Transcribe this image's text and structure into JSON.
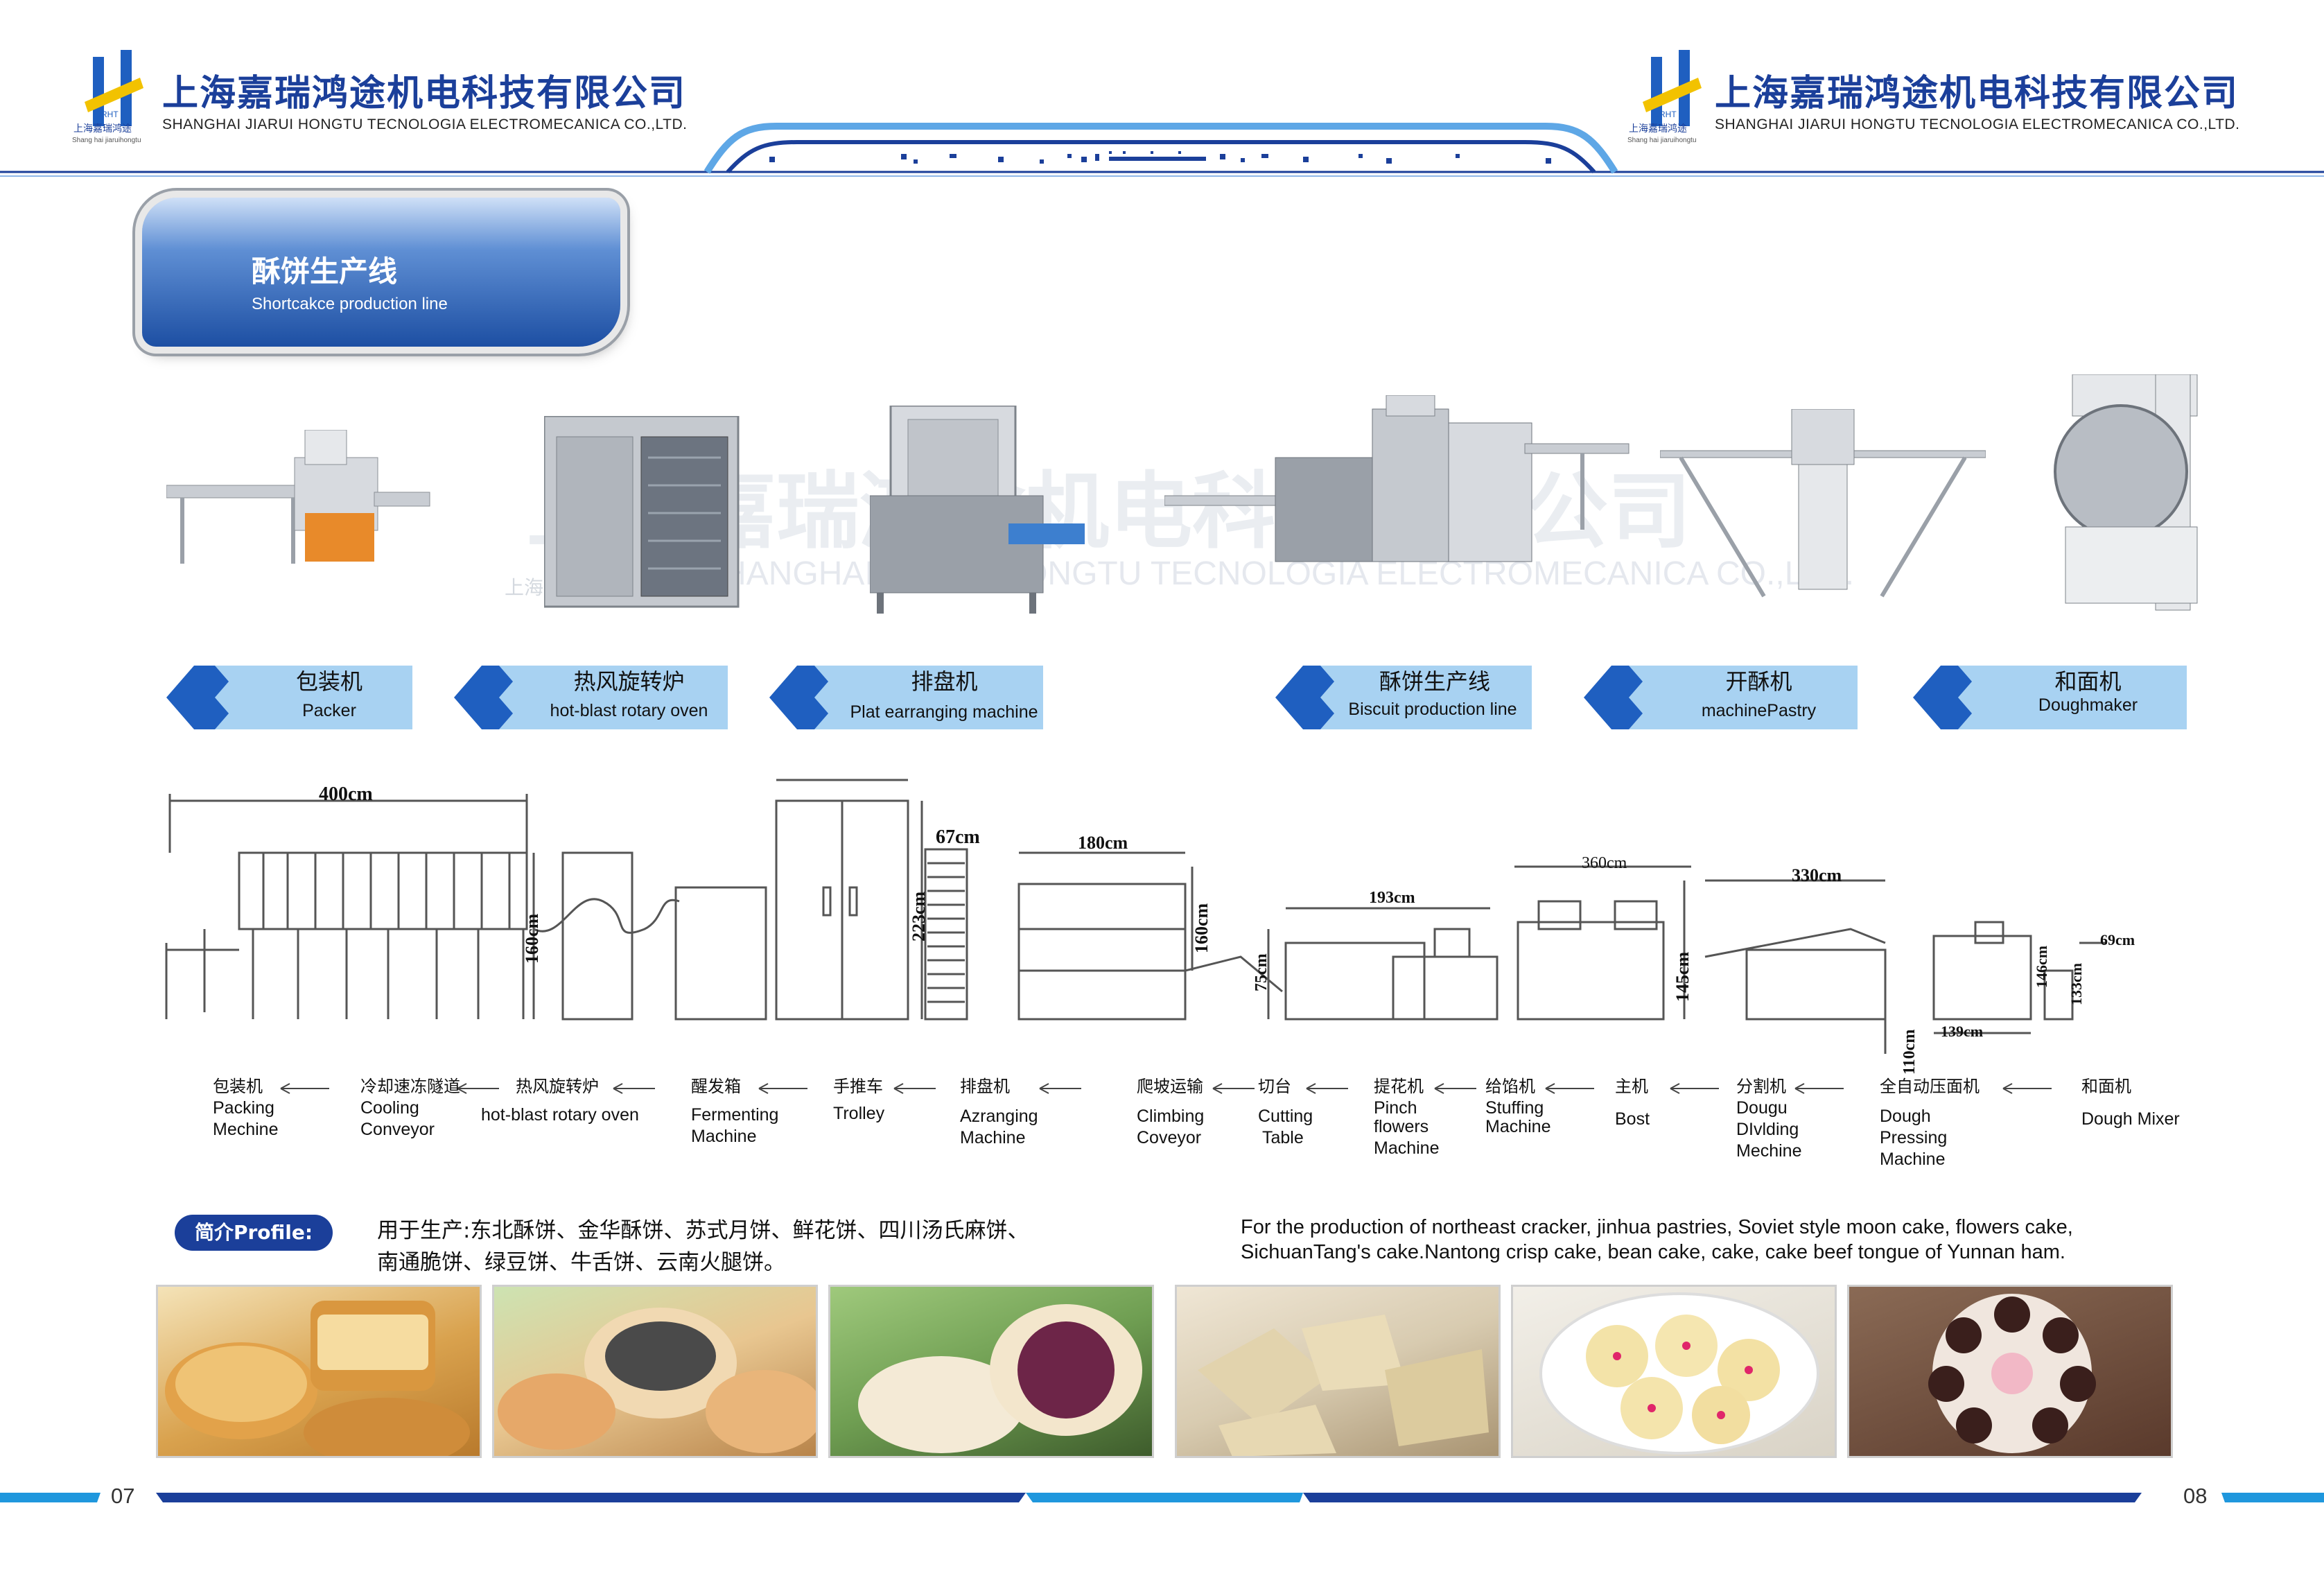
{
  "header": {
    "company_cn": "上海嘉瑞鸿途机电科技有限公司",
    "company_en": "SHANGHAI JIARUI HONGTU TECNOLOGIA ELECTROMECANICA CO.,LTD.",
    "logo_letters": "JRHT",
    "logo_cn": "上海嘉瑞鸿途",
    "logo_pinyin": "Shang hai jiaruihongtu"
  },
  "section": {
    "title_cn": "酥饼生产线",
    "title_en": "Shortcakce production line"
  },
  "watermark": {
    "cn": "上海嘉瑞鸿途机电科技有限公司",
    "en": "SHANGHAI JIARUI HONGTU TECNOLOGIA ELECTROMECANICA CO.,LTD.",
    "logo_cn": "上海嘉瑞鸿途"
  },
  "machines": [
    {
      "cn": "包装机",
      "en": "Packer"
    },
    {
      "cn": "热风旋转炉",
      "en": "hot-blast rotary oven"
    },
    {
      "cn": "排盘机",
      "en": "Plat earranging machine"
    },
    {
      "cn": "酥饼生产线",
      "en": "Biscuit production line"
    },
    {
      "cn": "开酥机",
      "en": "machinePastry"
    },
    {
      "cn": "和面机",
      "en": "Doughmaker"
    }
  ],
  "dimensions": {
    "d400": "400cm",
    "d160a": "160cm",
    "d67": "67cm",
    "d223": "223cm",
    "d180": "180cm",
    "d160b": "160cm",
    "d193": "193cm",
    "d75": "75cm",
    "d360": "360cm",
    "d145": "145cm",
    "d330": "330cm",
    "d110": "110cm",
    "d139": "139cm",
    "d146": "146cm",
    "d69": "69cm",
    "d133": "133cm"
  },
  "flow": [
    {
      "cn": "包装机",
      "en": [
        "Packing",
        "Mechine"
      ]
    },
    {
      "cn": "冷却速冻隧道",
      "en": [
        "Cooling",
        "Conveyor"
      ]
    },
    {
      "cn": "热风旋转炉",
      "en": [
        "hot-blast rotary oven"
      ]
    },
    {
      "cn": "醒发箱",
      "en": [
        "Fermenting",
        "Machine"
      ]
    },
    {
      "cn": "手推车",
      "en": [
        "Trolley"
      ]
    },
    {
      "cn": "排盘机",
      "en": [
        "Azranging",
        "Machine"
      ]
    },
    {
      "cn": "爬坡运输",
      "en": [
        "Climbing",
        "Coveyor"
      ]
    },
    {
      "cn": "切台",
      "en": [
        "Cutting",
        "Table"
      ]
    },
    {
      "cn": "提花机",
      "en": [
        "Pinch",
        "flowers",
        "Machine"
      ]
    },
    {
      "cn": "给馅机",
      "en": [
        "Stuffing",
        "Machine"
      ]
    },
    {
      "cn": "主机",
      "en": [
        "Bost"
      ]
    },
    {
      "cn": "分割机",
      "en": [
        "Dougu",
        "DIvlding",
        "Mechine"
      ]
    },
    {
      "cn": "全自动压面机",
      "en": [
        "Dough",
        "Pressing",
        "Machine"
      ]
    },
    {
      "cn": "和面机",
      "en": [
        "Dough Mixer"
      ]
    }
  ],
  "profile": {
    "label": "简介Profile:",
    "cn_line1": "用于生产:东北酥饼、金华酥饼、苏式月饼、鲜花饼、四川汤氏麻饼、",
    "cn_line2": "南通脆饼、绿豆饼、牛舌饼、云南火腿饼。",
    "en_line1": "For the production of northeast cracker, jinhua pastries, Soviet style moon cake, flowers cake,",
    "en_line2": "SichuanTang's cake.Nantong crisp cake, bean cake, cake, cake beef tongue of Yunnan ham."
  },
  "pages": {
    "left": "07",
    "right": "08"
  },
  "colors": {
    "brand_blue": "#1b3f9a",
    "tag_blue": "#a8d2f2",
    "accent_blue": "#1f5fc0",
    "logo_yellow": "#f2c200"
  }
}
